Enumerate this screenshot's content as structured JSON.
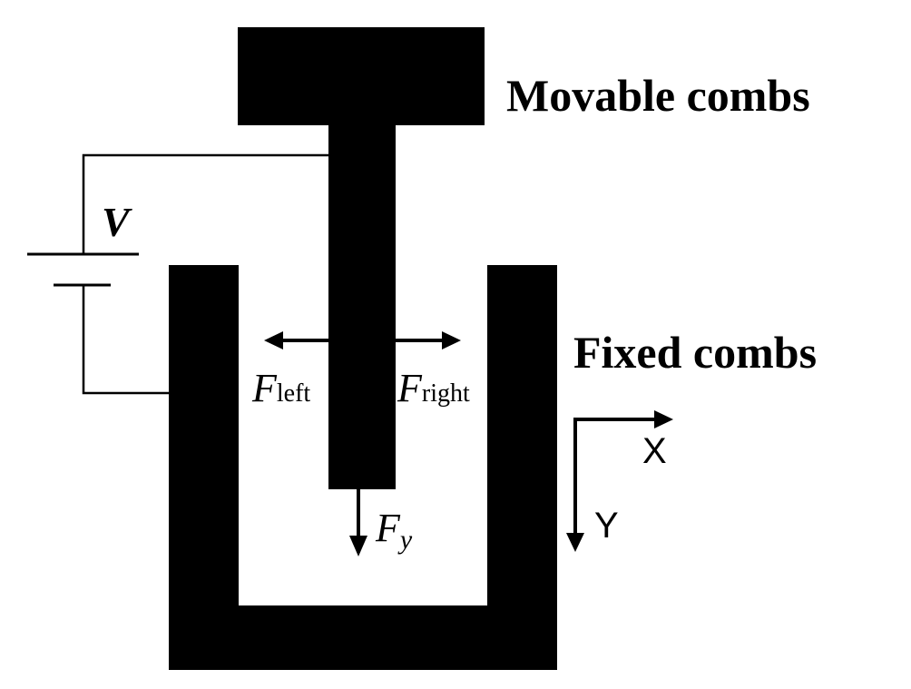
{
  "labels": {
    "movable": "Movable combs",
    "fixed": "Fixed combs",
    "voltage": "V",
    "f_left_main": "F",
    "f_left_sub": "left",
    "f_right_main": "F",
    "f_right_sub": "right",
    "f_y_main": "F",
    "f_y_sub": "y",
    "axis_x": "X",
    "axis_y": "Y"
  },
  "colors": {
    "ink": "#000000",
    "background": "#ffffff"
  }
}
